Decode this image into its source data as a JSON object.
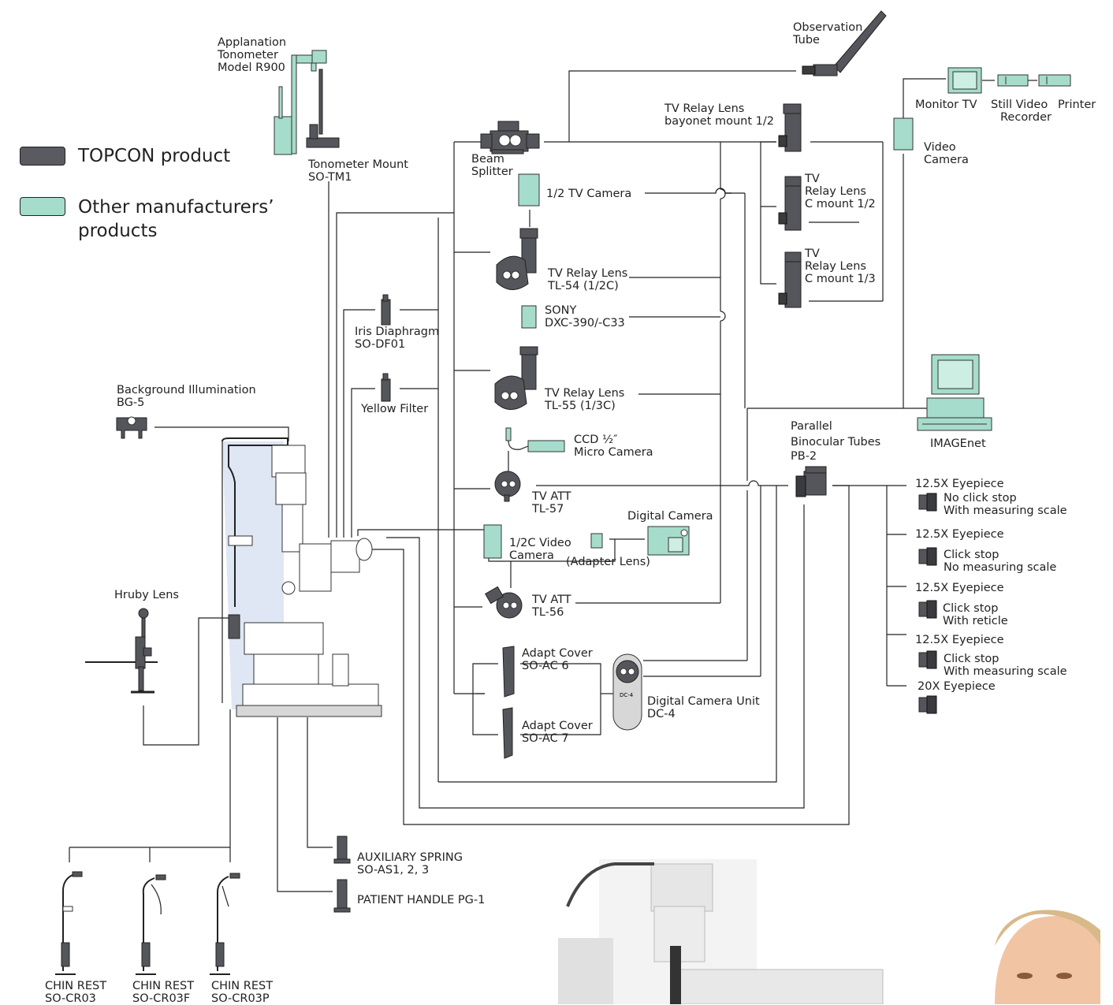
{
  "legend": {
    "topcon_label": "TOPCON product",
    "other_label_line1": "Other manufacturers’",
    "other_label_line2": "products",
    "topcon_color": "#5a5b60",
    "other_color": "#a6dccb"
  },
  "labels": {
    "applanation": [
      "Applanation",
      "Tonometer",
      "Model R900"
    ],
    "tonometer_mount": [
      "Tonometer Mount",
      "SO-TM1"
    ],
    "observation_tube": [
      "Observation",
      "Tube"
    ],
    "tv_relay_bayonet": [
      "TV Relay Lens",
      "bayonet mount 1/2"
    ],
    "beam_splitter": [
      "Beam",
      "Splitter"
    ],
    "monitor_tv": "Monitor TV",
    "still_video_recorder": [
      "Still Video",
      "Recorder"
    ],
    "printer": "Printer",
    "video_camera": [
      "Video",
      "Camera"
    ],
    "half_tv_camera": "1/2 TV Camera",
    "tv_relay_c_half": [
      "TV",
      "Relay Lens",
      "C mount 1/2"
    ],
    "tv_relay_c_third": [
      "TV",
      "Relay Lens",
      "C mount 1/3"
    ],
    "tl54": [
      "TV Relay Lens",
      "TL-54 (1/2C)"
    ],
    "sony": [
      "SONY",
      "DXC-390/-C33"
    ],
    "iris_diaphragm": [
      "Iris Diaphragm",
      "SO-DF01"
    ],
    "yellow_filter": "Yellow Filter",
    "tl55": [
      "TV Relay Lens",
      "TL-55 (1/3C)"
    ],
    "imagenet": "IMAGEnet",
    "background_illumination": [
      "Background Illumination",
      "BG-5"
    ],
    "ccd_camera": [
      "CCD ½″",
      "Micro Camera"
    ],
    "parallel_binocular": [
      "Parallel",
      "Binocular Tubes",
      "PB-2"
    ],
    "tl57": [
      "TV ATT",
      "TL-57"
    ],
    "digital_camera": "Digital Camera",
    "half_c_video_camera": [
      "1/2C Video",
      "Camera"
    ],
    "adapter_lens": "(Adapter Lens)",
    "tl56": [
      "TV ATT",
      "TL-56"
    ],
    "hruby_lens": "Hruby Lens",
    "adapt_cover_6": [
      "Adapt Cover",
      "SO-AC 6"
    ],
    "adapt_cover_7": [
      "Adapt Cover",
      "SO-AC 7"
    ],
    "digital_camera_unit": [
      "Digital Camera Unit",
      "DC-4"
    ],
    "eyepiece_1": [
      "12.5X  Eyepiece",
      "No click stop",
      "With measuring scale"
    ],
    "eyepiece_2": [
      "12.5X  Eyepiece",
      "Click stop",
      "No measuring scale"
    ],
    "eyepiece_3": [
      "12.5X  Eyepiece",
      "Click stop",
      "With reticle"
    ],
    "eyepiece_4": [
      "12.5X Eyepiece",
      "Click stop",
      "With measuring scale"
    ],
    "eyepiece_5": "20X Eyepiece",
    "auxiliary_spring": [
      "AUXILIARY SPRING",
      "SO-AS1, 2, 3"
    ],
    "patient_handle": "PATIENT HANDLE PG-1",
    "chin_rest_1": [
      "CHIN REST",
      "SO-CR03"
    ],
    "chin_rest_2": [
      "CHIN REST",
      "SO-CR03F"
    ],
    "chin_rest_3": [
      "CHIN REST",
      "SO-CR03P"
    ],
    "dc4_badge": "DC-4"
  }
}
